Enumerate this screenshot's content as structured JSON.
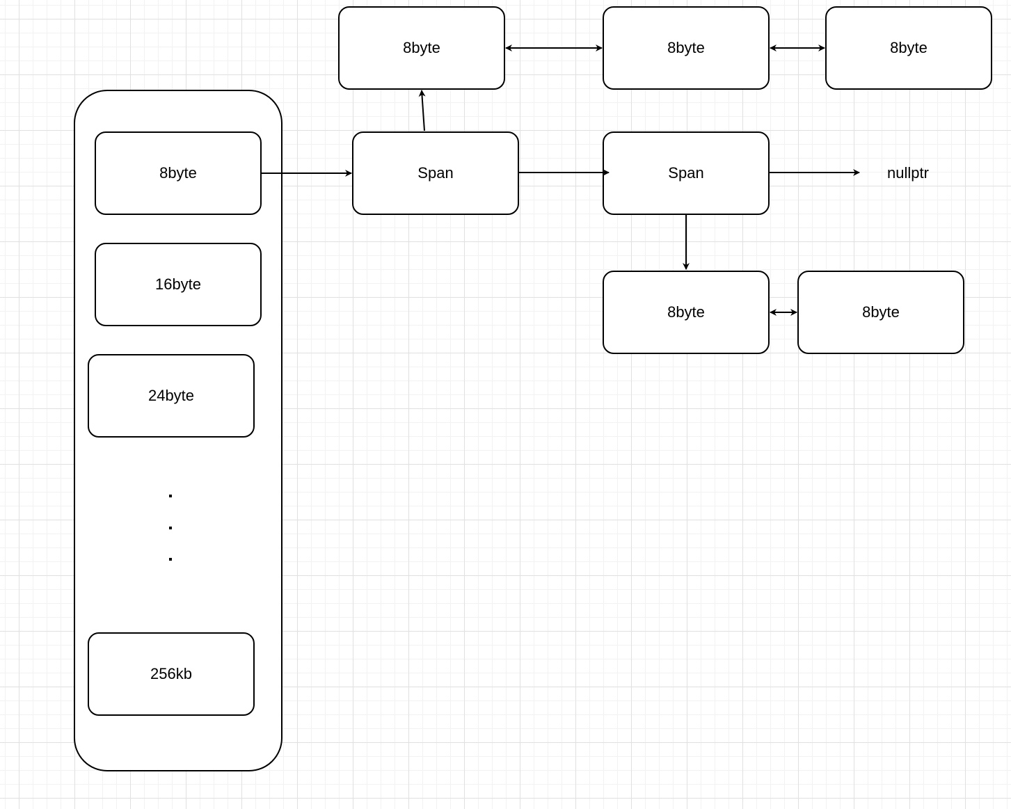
{
  "size_classes": {
    "items": [
      {
        "label": "8byte"
      },
      {
        "label": "16byte"
      },
      {
        "label": "24byte"
      },
      {
        "label": "256kb"
      }
    ]
  },
  "spans": [
    {
      "label": "Span"
    },
    {
      "label": "Span"
    }
  ],
  "terminal": {
    "label": "nullptr"
  },
  "top_objects": [
    {
      "label": "8byte"
    },
    {
      "label": "8byte"
    },
    {
      "label": "8byte"
    }
  ],
  "bottom_objects": [
    {
      "label": "8byte"
    },
    {
      "label": "8byte"
    }
  ],
  "colors": {
    "stroke": "#000000",
    "background": "#ffffff",
    "grid": "#e0e0e0"
  }
}
